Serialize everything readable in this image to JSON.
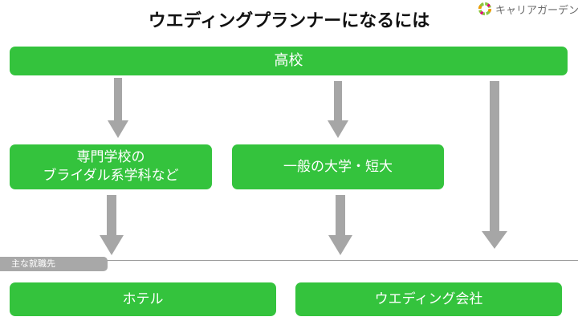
{
  "header": {
    "title": "ウエディングプランナーになるには",
    "logo_text": "キャリアガーデン"
  },
  "flow": {
    "high_school": "高校",
    "vocational_line1": "専門学校の",
    "vocational_line2": "ブライダル系学科など",
    "university": "一般の大学・短大",
    "employment_tag": "主な就職先",
    "hotel": "ホテル",
    "wedding_company": "ウエディング会社"
  },
  "colors": {
    "box_green": "#34c33d",
    "arrow_gray": "#a6a6a6",
    "tag_gray": "#a8a8a8"
  }
}
